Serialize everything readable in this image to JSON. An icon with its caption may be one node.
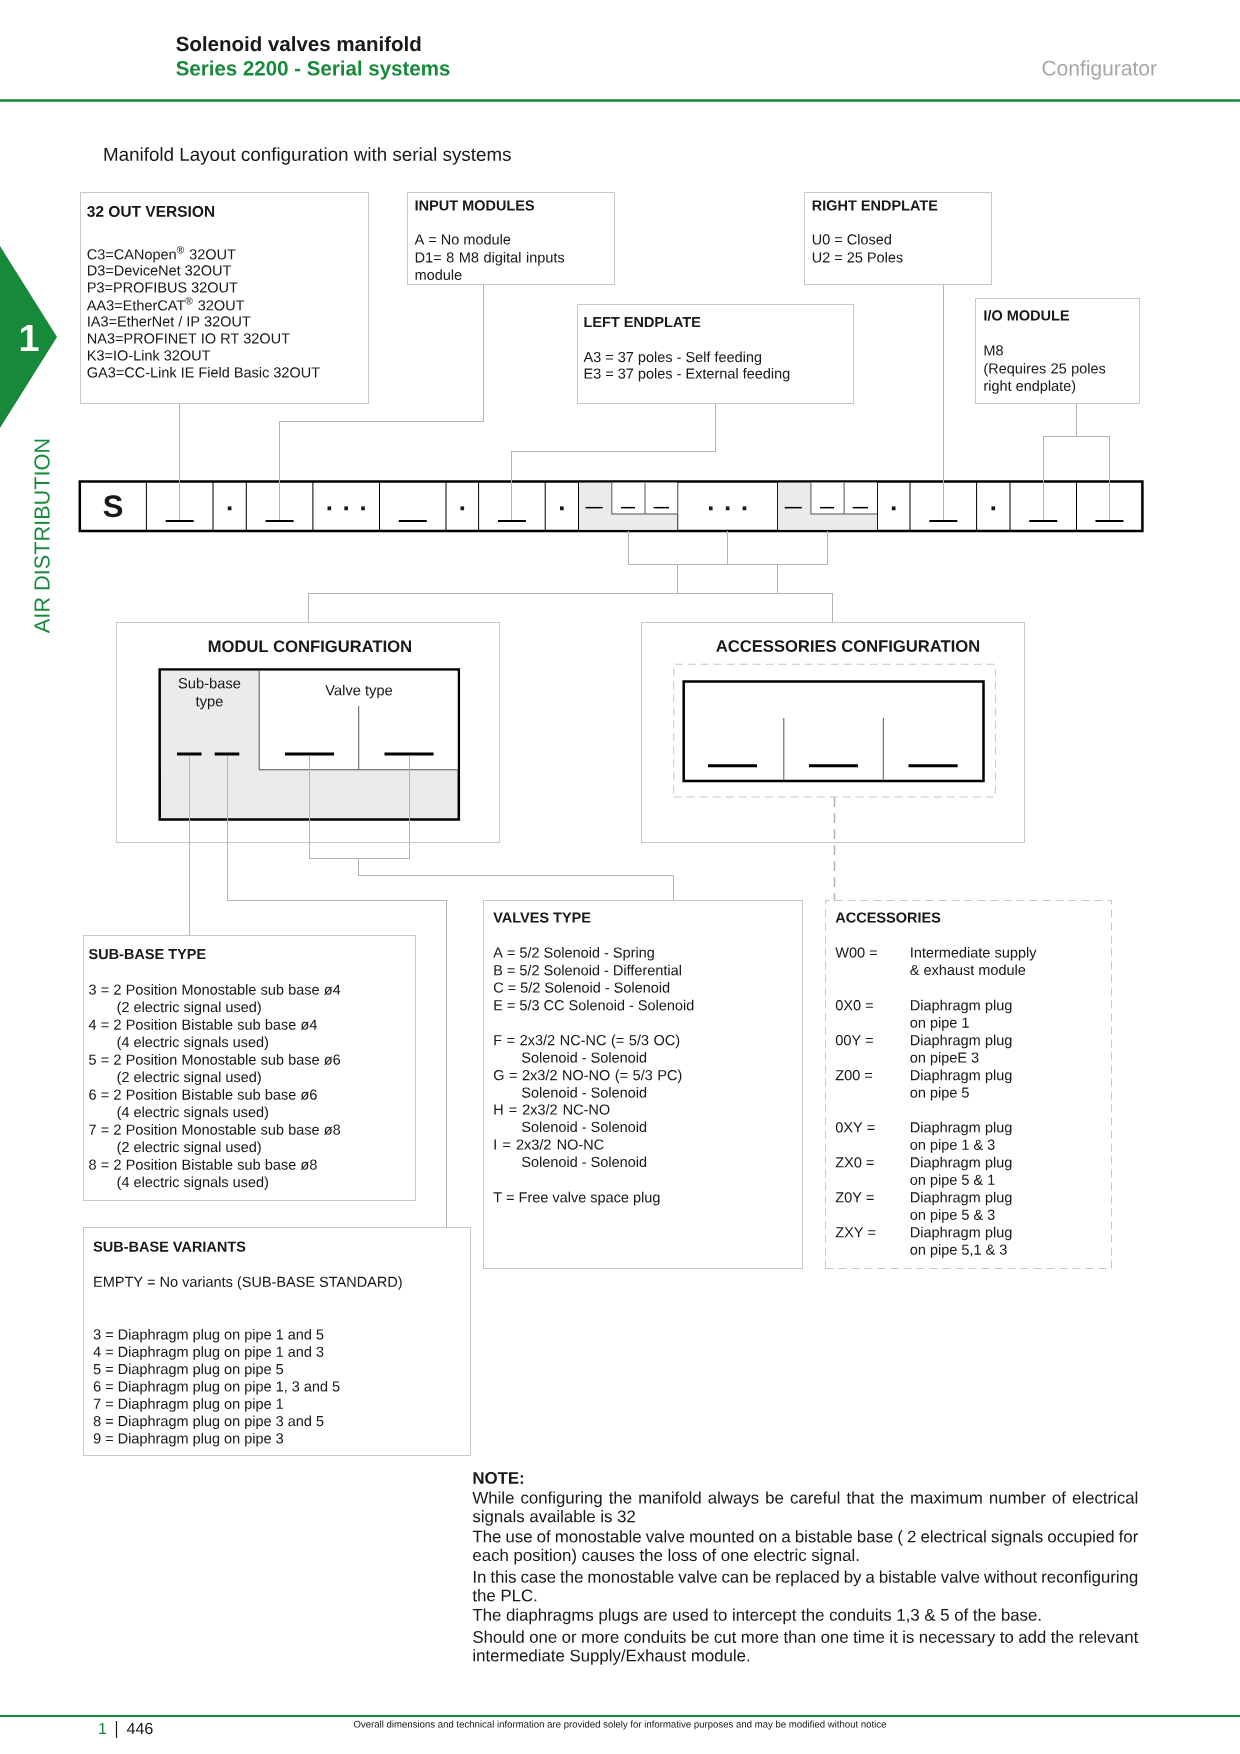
{
  "diagram": {
    "title": "Manifold Layout configuration with serial systems",
    "nodes": [
      {
        "text": [
          "32 OUT VERSION",
          "C3=CANopen$^{®}$ 32OUT",
          "D3=DeviceNet 32OUT",
          "P3=PROFIBUS 32OUT",
          "AA3=EtherCAT$^{®}$ 32OUT",
          "IA3=EtherNet / IP 32OUT",
          "NA3=PROFINET IO RT 32OUT",
          "K3=IO-Link 32OUT",
          "GA3=CC-Link IE Field Basic 32OUT"
        ]
      },
      {
        "text": [
          "INPUT MODULES",
          "A = No module",
          "D1= 8 M8 digital inputs module"
        ]
      },
      {
        "text": [
          "RIGHT ENDPLATE",
          "U0 = Closed",
          "U2 = 25 Poles"
        ]
      },
      {
        "text": [
          "LEFT ENDPLATE",
          "A3 = 37 poles - Self feeding",
          "E3 = 37 poles - External feeding"
        ]
      },
      {
        "text": [
          "I/O MODULE",
          "M8",
          "(Requires 25 poles right endplate)"
        ]
      },
      {
        "text": [],
        "shape": "box"
      },
      {
        "text": [
          "S"
        ],
        "in": 5
      },
      {
        "text": [],
        "shape": "bar",
        "in": 5
      },
      {
        "text": [
          "."
        ],
        "in": 5
      },
      {
        "text": [],
        "shape": "bar",
        "in": 5
      },
      {
        "text": [
          ". . ."
        ],
        "in": 5
      },
      {
        "text": [],
        "shape": "bar",
        "in": 5
      },
      {
        "text": [
          "."
        ],
        "in": 5
      },
      {
        "text": [],
        "shape": "bar",
        "in": 5
      },
      {
        "text": [
          "."
        ],
        "in": 5
      },
      {
        "text": [],
        "shape": "box",
        "in": 5
      },
      {
        "text": [
          ". . ."
        ],
        "in": 5
      },
      {
        "text": [],
        "shape": "box",
        "in": 5
      },
      {
        "text": [
          "."
        ],
        "in": 5
      },
      {
        "text": [],
        "shape": "bar",
        "in": 5
      },
      {
        "text": [
          "."
        ],
        "in": 5
      },
      {
        "text": [],
        "shape": "bar",
        "in": 5
      },
      {
        "text": [],
        "shape": "bar",
        "in": 5
      },
      {
        "text": [
          "MODUL CONFIGURATION"
        ]
      },
      {
        "text": [],
        "shape": "box",
        "in": 23
      },
      {
        "text": [
          "Sub-base type"
        ],
        "in": 24
      },
      {
        "text": [
          "Valve type"
        ],
        "in": 24
      },
      {
        "text": [],
        "shape": "bar",
        "in": 25
      },
      {
        "text": [],
        "shape": "bar",
        "in": 25
      },
      {
        "text": [],
        "shape": "bar",
        "in": 26
      },
      {
        "text": [],
        "shape": "bar",
        "in": 26
      },
      {
        "text": [
          "ACCESSORIES CONFIGURATION"
        ]
      },
      {
        "text": [],
        "shape": "box",
        "in": 31
      },
      {
        "text": [],
        "shape": "box",
        "in": 32
      },
      {
        "text": [],
        "shape": "bar",
        "in": 33
      },
      {
        "text": [],
        "shape": "bar",
        "in": 33
      },
      {
        "text": [],
        "shape": "bar",
        "in": 33
      },
      {
        "text": [
          "SUB-BASE TYPE",
          "3 = 2 Position Monostable sub base ø4 (2 electric signal used)",
          "4 = 2 Position Bistable sub base ø4 (4 electric signals used)",
          "5 = 2 Position Monostable sub base ø6 (2 electric signal used)",
          "6 = 2 Position Bistable sub base ø6 (4 electric signals used)",
          "7 = 2 Position Monostable sub base ø8 (2 electric signal used)",
          "8 = 2 Position Bistable sub base ø8 (4 electric signals used)"
        ]
      },
      {
        "text": [
          "SUB-BASE VARIANTS",
          "EMPTY = No variants (SUB-BASE STANDARD)",
          "3 = Diaphragm plug on pipe 1 and 5",
          "4 = Diaphragm plug on pipe 1 and 3",
          "5 = Diaphragm plug on pipe 5",
          "6 = Diaphragm plug on pipe 1, 3 and 5",
          "7 = Diaphragm plug on pipe 1",
          "8 = Diaphragm plug on pipe 3 and 5",
          "9 = Diaphragm plug on pipe 3"
        ]
      },
      {
        "text": [
          "VALVES TYPE",
          "A = 5/2 Solenoid - Spring",
          "B = 5/2 Solenoid - Differential",
          "C = 5/2 Solenoid - Solenoid",
          "E = 5/3 CC Solenoid - Solenoid",
          "F = 2x3/2 NC-NC (= 5/3 OC) Solenoid - Solenoid",
          "G = 2x3/2 NO-NO (= 5/3 PC) Solenoid - Solenoid",
          "H = 2x3/2 NC-NO Solenoid - Solenoid",
          "I = 2x3/2 NO-NC Solenoid - Solenoid",
          "T = Free valve space plug"
        ]
      },
      {
        "text": [
          "ACCESSORIES",
          "W00 =",
          "Intermediate supply & exhaust module",
          "0X0 =",
          "Diaphragm plug on pipe 1",
          "00Y =",
          "Diaphragm plug on pipeE 3",
          "Z00 =",
          "Diaphragm plug on pipe 5",
          "0XY =",
          "Diaphragm plug on pipe 1 & 3",
          "ZX0 =",
          "Diaphragm plug on pipe 5 & 1",
          "Z0Y =",
          "Diaphragm plug on pipe 5 & 3",
          "ZXY =",
          "Diaphragm plug on pipe 5,1 & 3"
        ]
      }
    ],
    "edges": [
      {
        "from": 0,
        "to": 7,
        "arrow": "none"
      },
      {
        "from": 1,
        "to": 9,
        "arrow": "none"
      },
      {
        "from": 2,
        "to": 19,
        "arrow": "none"
      },
      {
        "from": 3,
        "to": 13,
        "arrow": "none"
      },
      {
        "from": 4,
        "to": 21,
        "arrow": "none"
      },
      {
        "from": 4,
        "to": 22,
        "arrow": "none"
      },
      {
        "from": 15,
        "to": 23,
        "arrow": "none"
      },
      {
        "from": 15,
        "to": 31,
        "arrow": "none"
      },
      {
        "from": 16,
        "to": 23,
        "arrow": "none"
      },
      {
        "from": 16,
        "to": 31,
        "arrow": "none"
      },
      {
        "from": 17,
        "to": 23,
        "arrow": "none"
      },
      {
        "from": 17,
        "to": 31,
        "arrow": "none"
      },
      {
        "from": 27,
        "to": 37,
        "arrow": "none"
      },
      {
        "from": 28,
        "to": 38,
        "arrow": "none"
      },
      {
        "from": 29,
        "to": 39,
        "arrow": "none"
      },
      {
        "from": 30,
        "to": 39,
        "arrow": "none"
      },
      {
        "from": 32,
        "to": 40,
        "arrow": "none",
        "style": "dashed"
      }
    ],
    "labels": [
      "Solenoid valves manifold",
      "Series 2200 - Serial systems",
      "Configurator",
      "1",
      "AIR DISTRIBUTION",
      "NOTE:",
      "While configuring the manifold always be careful that the maximum number of electrical signals available is 32",
      "The use of monostable valve mounted on a bistable base ( 2 electrical signals occupied for each position) causes the loss of one electric signal.",
      "In this case the monostable valve can be replaced by a bistable valve without reconfiguring the PLC.",
      "The diaphragms plugs are used to intercept the conduits 1,3 & 5 of the base.",
      "Should one or more conduits be cut more than one time it is necessary to add the relevant intermediate Supply/Exhaust module.",
      "1",
      "446",
      "Overall dimensions and technical information are provided solely for informative purposes and may be modified without notice"
    ]
  }
}
